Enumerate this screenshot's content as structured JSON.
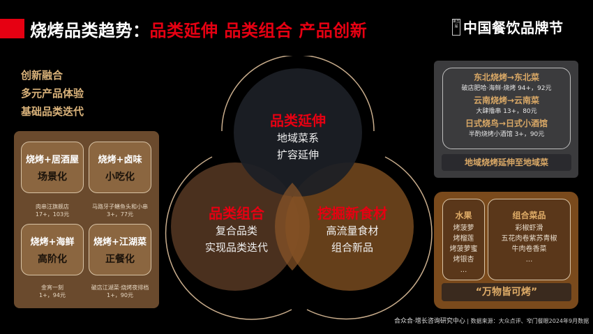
{
  "header": {
    "title_prefix": "烧烤品类趋势：",
    "title_highlight": "品类延伸 品类组合 产品创新",
    "brand_badge": "第五届",
    "brand_name": "中国餐饮品牌节",
    "accent_color": "#e60012"
  },
  "tags": [
    "创新融合",
    "多元产品体验",
    "基础品类迭代"
  ],
  "left_panel": {
    "cards": [
      {
        "title": "烧烤+居酒屋",
        "subtitle": "场景化",
        "store": "肉串汪旗舰店",
        "stats": "17+，103元"
      },
      {
        "title": "烧烤+卤味",
        "subtitle": "小吃化",
        "store": "马路牙子鳝鱼头和小串",
        "stats": "3+，77元"
      },
      {
        "title": "烧烤+海鲜",
        "subtitle": "高阶化",
        "store": "金宵一刻",
        "stats": "1+，94元"
      },
      {
        "title": "烧烤+江湖菜",
        "subtitle": "正餐化",
        "store": "破店江湖菜·烧烤夜排档",
        "stats": "1+，90元"
      }
    ]
  },
  "venn": {
    "top": {
      "heading": "品类延伸",
      "lines": [
        "地域菜系",
        "扩容延伸"
      ],
      "color": "#1c1f26"
    },
    "left": {
      "heading": "品类组合",
      "lines": [
        "复合品类",
        "实现品类迭代"
      ],
      "color": "#4e3320"
    },
    "right": {
      "heading": "挖掘新食材",
      "lines": [
        "高流量食材",
        "组合新品"
      ],
      "color": "#6e441c"
    }
  },
  "right_top": {
    "items": [
      {
        "heading": "东北烧烤→东北菜",
        "detail": "破店肥哈·海鲜·烧烤 94+，92元"
      },
      {
        "heading": "云南烧烤→云南菜",
        "detail": "大肆撸串 13+，80元"
      },
      {
        "heading": "日式烧鸟→日式小酒馆",
        "detail": "半酌烧烤小酒馆 3+，90元"
      }
    ],
    "summary": "地域烧烤延伸至地域菜"
  },
  "right_bottom": {
    "fruit": {
      "heading": "水果",
      "items": [
        "烤菠萝",
        "烤榴莲",
        "烤菠萝蜜",
        "烤银杏",
        "..."
      ]
    },
    "combo": {
      "heading": "组合菜品",
      "items": [
        "彩椒虾滑",
        "五花肉卷紫苏青椒",
        "牛肉卷香菜",
        "..."
      ]
    },
    "summary": "“万物皆可烤”"
  },
  "footer": {
    "source_main": "合众合·增长咨询研究中心",
    "source_detail": "| 数据来源：大众点评、窄门餐眼2024年9月数据"
  }
}
